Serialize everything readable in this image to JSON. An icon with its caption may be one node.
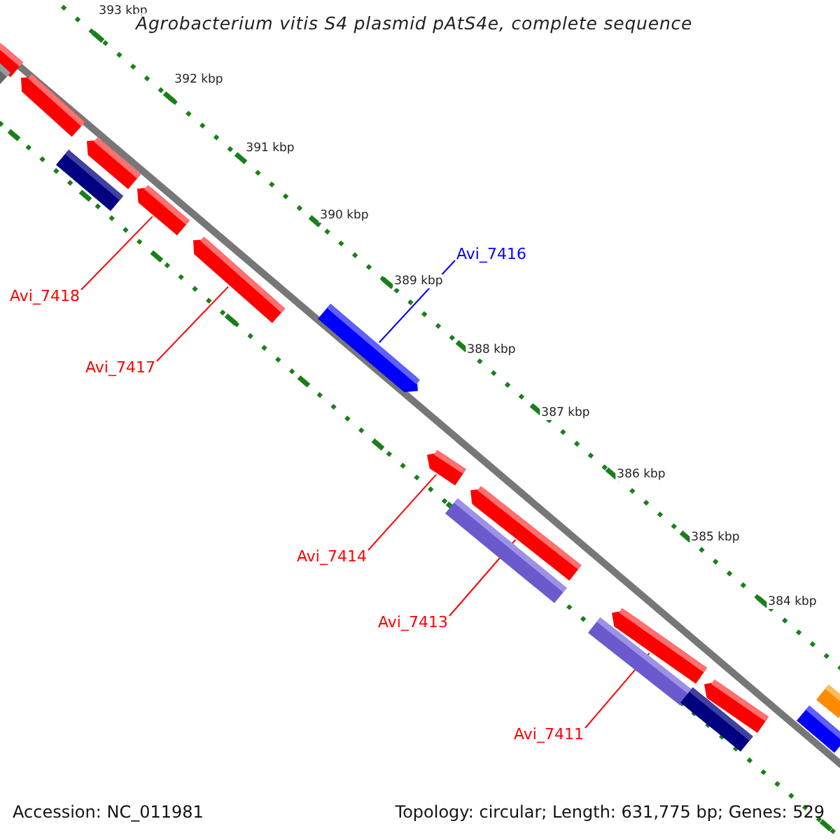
{
  "diagram": {
    "title": "Agrobacterium vitis S4 plasmid pAtS4e, complete sequence",
    "nodes": [
      {
        "text": [
          "Avi_7416"
        ]
      },
      {
        "text": [
          "Avi_7418"
        ]
      },
      {
        "text": [
          "Avi_7417"
        ]
      },
      {
        "text": [
          "Avi_7414"
        ]
      },
      {
        "text": [
          "Avi_7413"
        ]
      },
      {
        "text": [
          "Avi_7411"
        ]
      },
      {
        "text": [],
        "shape": "arrow"
      },
      {
        "text": [],
        "shape": "bar"
      },
      {
        "text": [],
        "shape": "arrow"
      },
      {
        "text": [],
        "shape": "arrow"
      },
      {
        "text": [],
        "shape": "bar"
      },
      {
        "text": [],
        "shape": "arrow"
      },
      {
        "text": [],
        "shape": "arrow"
      },
      {
        "text": [],
        "shape": "arrow"
      },
      {
        "text": [],
        "shape": "arrow"
      },
      {
        "text": [],
        "shape": "arrow"
      },
      {
        "text": [],
        "shape": "bar"
      },
      {
        "text": [],
        "shape": "arrow"
      },
      {
        "text": [],
        "shape": "bar"
      },
      {
        "text": [],
        "shape": "arrow"
      },
      {
        "text": [],
        "shape": "bar"
      },
      {
        "text": [],
        "shape": "bar"
      },
      {
        "text": [],
        "shape": "bar"
      }
    ],
    "edges": [
      {
        "from": 0,
        "to": 13,
        "arrow": "none",
        "color": "#0000ff"
      },
      {
        "from": 1,
        "to": 11,
        "arrow": "none"
      },
      {
        "from": 2,
        "to": 12,
        "arrow": "none"
      },
      {
        "from": 3,
        "to": 14,
        "arrow": "none"
      },
      {
        "from": 4,
        "to": 15,
        "arrow": "none"
      },
      {
        "from": 5,
        "to": 17,
        "arrow": "none"
      }
    ],
    "labels": [
      "393 kbp",
      "392 kbp",
      "391 kbp",
      "390 kbp",
      "389 kbp",
      "388 kbp",
      "387 kbp",
      "386 kbp",
      "385 kbp",
      "384 kbp",
      "Accession: NC_011981",
      "Topology: circular; Length: 631,775 bp; Genes: 529"
    ]
  }
}
